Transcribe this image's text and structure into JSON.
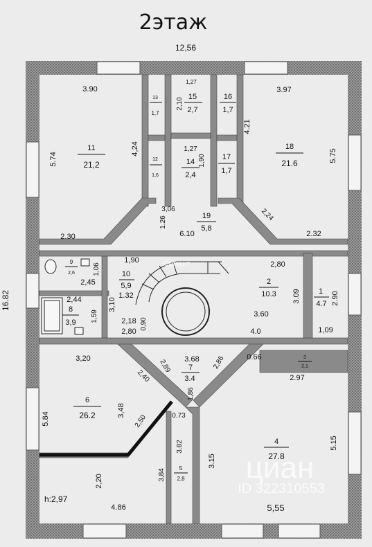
{
  "title": "2этаж",
  "overall": {
    "width": "12,56",
    "height": "16.82",
    "ceiling_height": "h:2,97"
  },
  "rooms": [
    {
      "number": "11",
      "area": "21,2",
      "dims": [
        "3.90",
        "5.74",
        "4,24",
        "2.30"
      ]
    },
    {
      "number": "18",
      "area": "21.6",
      "dims": [
        "3.97",
        "5.75",
        "4.21",
        "2.32"
      ]
    },
    {
      "number": "13",
      "area": "1,7",
      "dims": []
    },
    {
      "number": "12",
      "area": "1,6",
      "dims": []
    },
    {
      "number": "15",
      "area": "2,7",
      "dims": [
        "1,27",
        "2,10"
      ]
    },
    {
      "number": "14",
      "area": "2,4",
      "dims": [
        "1,27",
        "1,90"
      ]
    },
    {
      "number": "16",
      "area": "1,7",
      "dims": []
    },
    {
      "number": "17",
      "area": "1,7",
      "dims": []
    },
    {
      "number": "19",
      "area": "5,8",
      "dims": [
        "3,06",
        "6.10",
        "1.26",
        "2,24"
      ]
    },
    {
      "number": "9",
      "area": "2,6",
      "dims": [
        "1,06",
        "2,45"
      ]
    },
    {
      "number": "8",
      "area": "3,9",
      "dims": [
        "2,44",
        "1,59"
      ]
    },
    {
      "number": "10",
      "area": "5,9",
      "dims": [
        "1,90",
        "1.32",
        "3,10",
        "2,18",
        "2,80",
        "0,90"
      ]
    },
    {
      "number": "2",
      "area": "10.3",
      "dims": [
        "2,80",
        "3.09",
        "3.60",
        "4.0"
      ]
    },
    {
      "number": "1",
      "area": "4.7",
      "dims": [
        "2.90",
        "1,09"
      ]
    },
    {
      "number": "7",
      "area": "3.4",
      "dims": [
        "3.68",
        "2,89",
        "2,86",
        "2,40",
        "1,86"
      ]
    },
    {
      "number": "3",
      "area": "2,1",
      "dims": [
        "0.66",
        "2.97"
      ]
    },
    {
      "number": "6",
      "area": "26.2",
      "dims": [
        "3,20",
        "3,48",
        "2,50",
        "5.84",
        "2,20",
        "4.86"
      ]
    },
    {
      "number": "5",
      "area": "2,8",
      "dims": [
        "0.73",
        "3.82",
        "3,84"
      ]
    },
    {
      "number": "4",
      "area": "27.8",
      "dims": [
        "3.15",
        "5.15",
        "5,55"
      ]
    }
  ],
  "watermark": {
    "stairs_text": "Cемонт",
    "brand": "циан",
    "listing_id": "ID 322310553"
  },
  "colors": {
    "wall": "#8a8a8a",
    "background": "#ececec",
    "text": "#111111",
    "watermark": "#ffffff"
  }
}
